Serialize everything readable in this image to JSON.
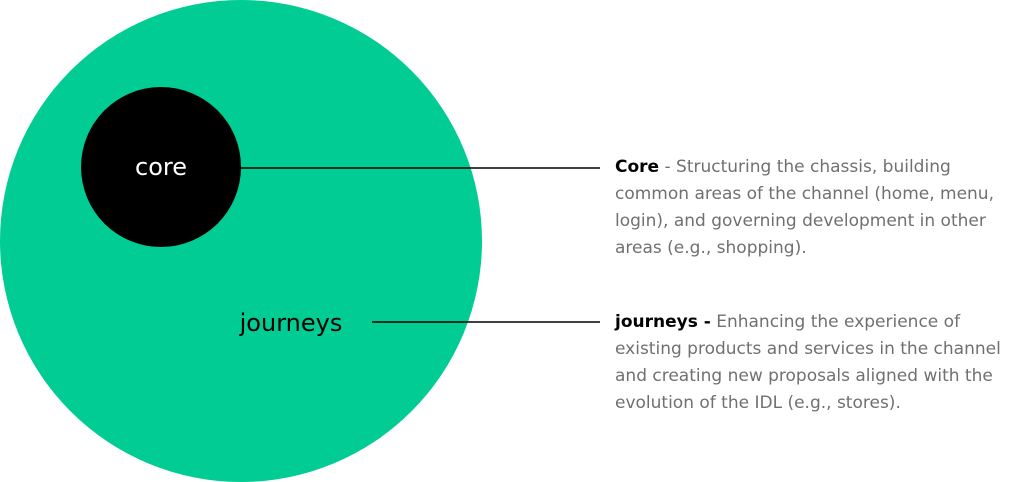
{
  "colors": {
    "outer_circle": "#00CC93",
    "inner_circle": "#000000",
    "connector": "#000000",
    "description_text": "#707070",
    "term_text": "#000000"
  },
  "diagram": {
    "core_label": "core",
    "journeys_label": "journeys"
  },
  "descriptions": {
    "core": {
      "term": "Core",
      "separator": " - ",
      "text": "Structuring the chassis, building common areas of the channel (home, menu, login), and governing development in other areas (e.g., shopping)."
    },
    "journeys": {
      "term": "journeys -",
      "separator": " ",
      "text": "Enhancing the experience of existing products and services in the channel and creating new proposals aligned with the evolution of the IDL (e.g., stores)."
    }
  }
}
